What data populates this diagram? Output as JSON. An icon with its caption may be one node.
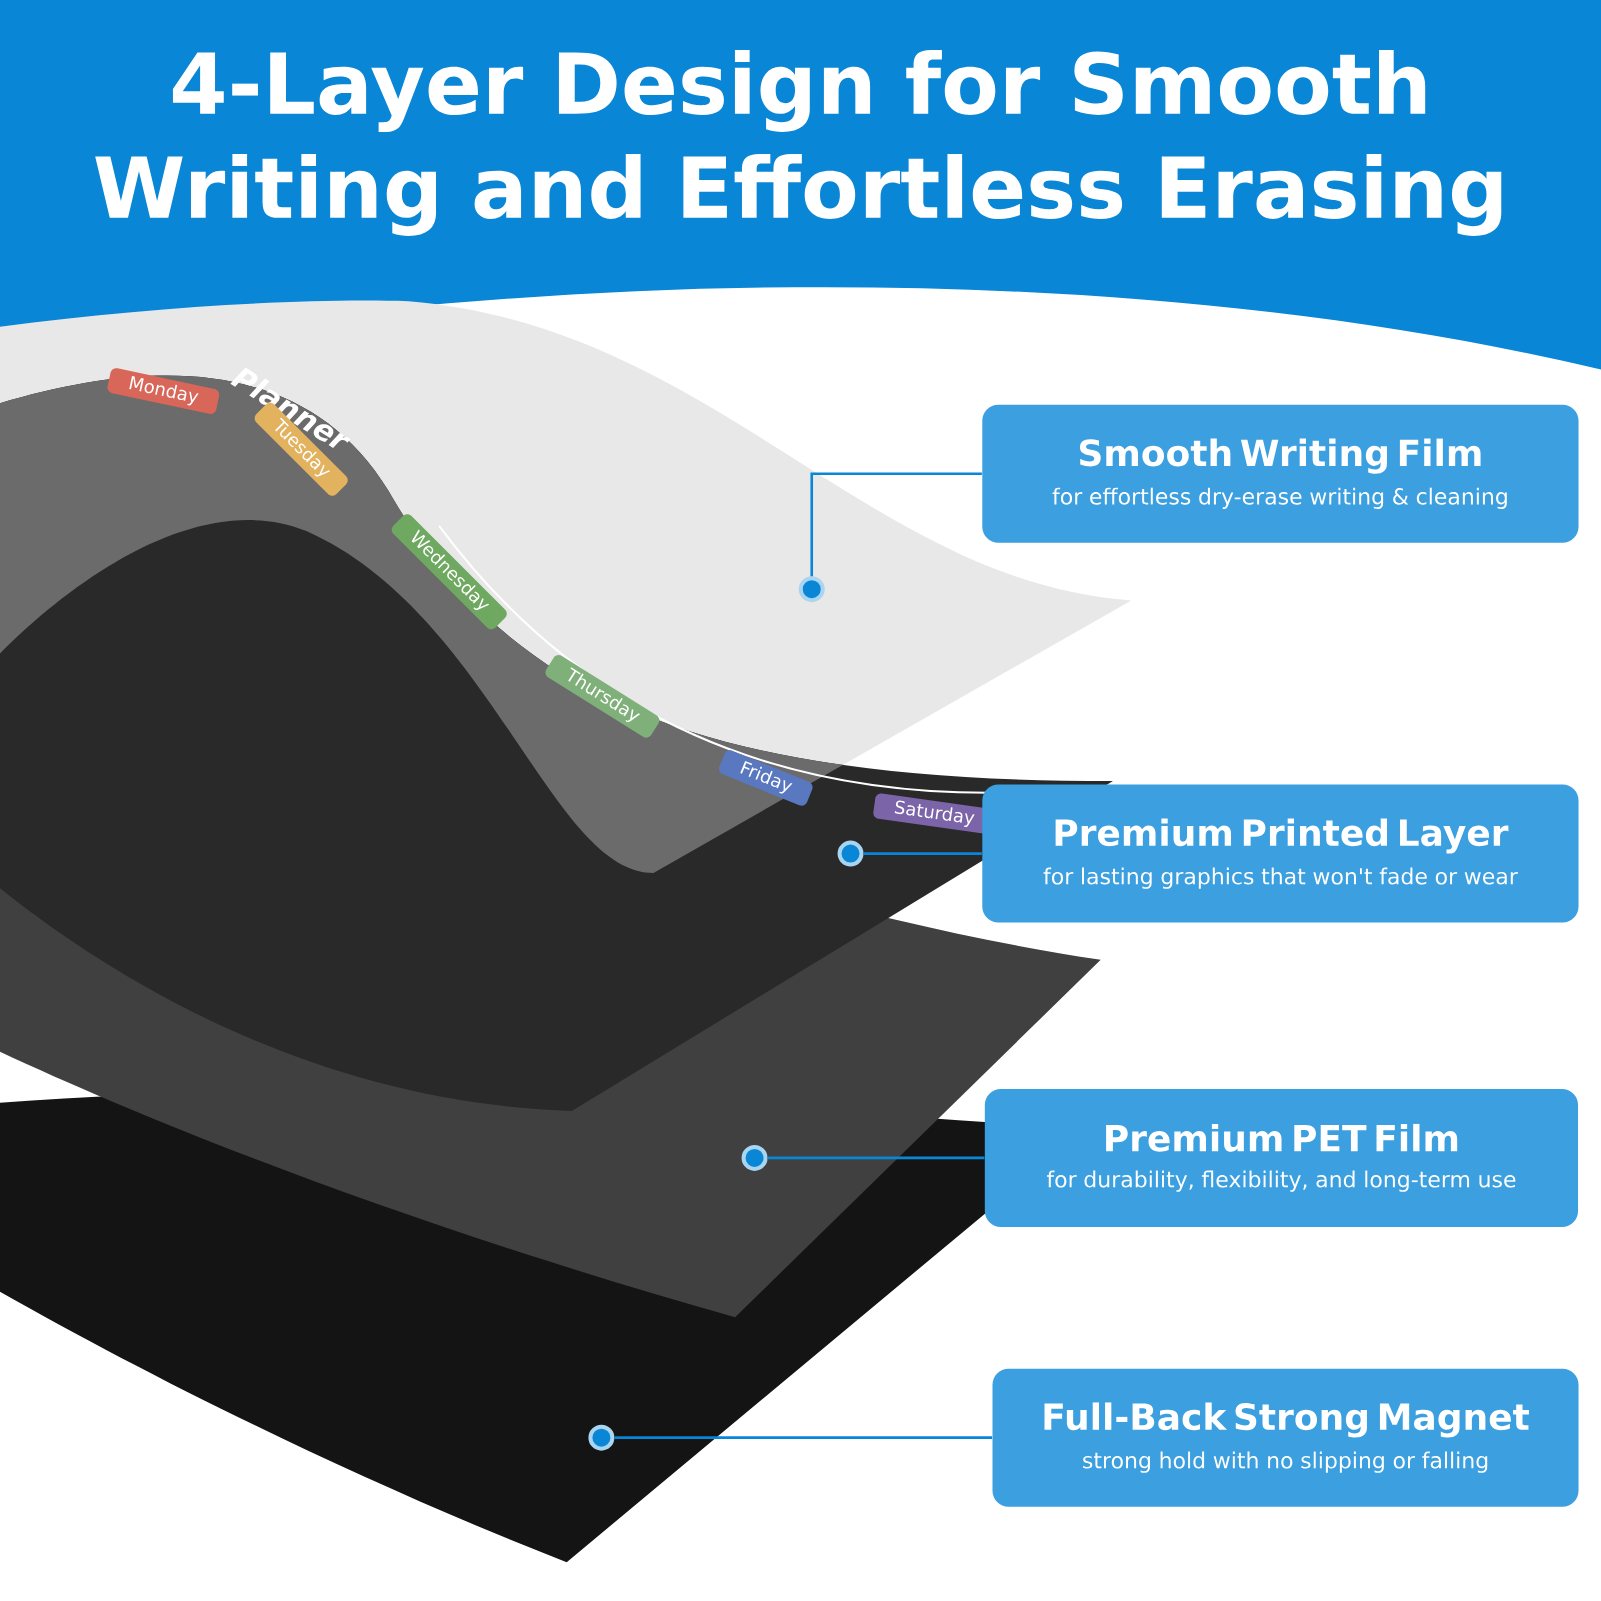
{
  "diagram": {
    "title": "4-Layer Design for Smooth Writing and Effortless Erasing",
    "nodes": [
      {
        "text": [
          "Smooth Writing Film",
          "for effortless dry-erase writing & cleaning"
        ]
      },
      {
        "text": [
          "Premium Printed Layer",
          "for lasting graphics that won't fade or wear"
        ]
      },
      {
        "text": [
          "Premium PET Film",
          "for durability, flexibility, and long-term use"
        ]
      },
      {
        "text": [
          "Full-Back Strong Magnet",
          "strong hold with no slipping or falling"
        ]
      },
      {
        "text": [],
        "shape": "circle"
      },
      {
        "text": [],
        "shape": "circle"
      },
      {
        "text": [],
        "shape": "circle"
      },
      {
        "text": [],
        "shape": "circle"
      }
    ],
    "edges": [
      {
        "from": 0,
        "to": 4,
        "arrow": "none"
      },
      {
        "from": 1,
        "to": 5,
        "arrow": "none"
      },
      {
        "from": 2,
        "to": 6,
        "arrow": "none"
      },
      {
        "from": 3,
        "to": 7,
        "arrow": "none"
      }
    ],
    "labels": [
      "Planner",
      "Monday",
      "Tuesday",
      "Wednesday",
      "Thursday",
      "Friday",
      "Saturday"
    ]
  }
}
